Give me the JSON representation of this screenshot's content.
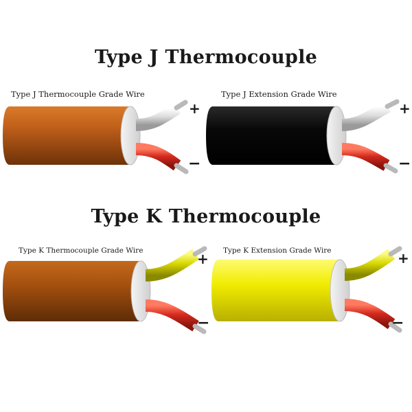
{
  "type_j": {
    "title": "Type J Thermocouple",
    "thermocouple_grade": {
      "label": "Type J Thermocouple Grade Wire",
      "jacket_color": "#b8560e",
      "positive_color": "#e8e8e8",
      "negative_color": "#d42a1e"
    },
    "extension_grade": {
      "label": "Type J Extension Grade Wire",
      "jacket_color": "#0a0a0a",
      "positive_color": "#e8e8e8",
      "negative_color": "#d42a1e"
    }
  },
  "type_k": {
    "title": "Type K Thermocouple",
    "thermocouple_grade": {
      "label": "Type K Thermocouple Grade Wire",
      "jacket_color": "#a4500f",
      "positive_color": "#e0e000",
      "negative_color": "#d42a1e"
    },
    "extension_grade": {
      "label": "Type K Extension Grade Wire",
      "jacket_color": "#f4f000",
      "positive_color": "#e0e000",
      "negative_color": "#d42a1e"
    }
  },
  "polarity": {
    "positive": "+",
    "negative": "−"
  }
}
